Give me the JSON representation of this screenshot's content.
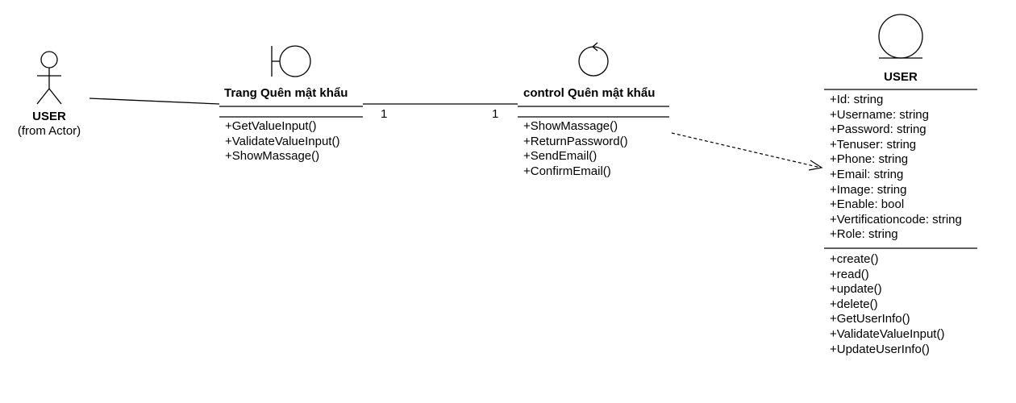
{
  "actor": {
    "name": "USER",
    "stereotype": "(from Actor)"
  },
  "boundary": {
    "name": "Trang Quên mật khẩu",
    "methods": [
      "+GetValueInput()",
      "+ValidateValueInput()",
      "+ShowMassage()"
    ]
  },
  "control": {
    "name": "control Quên mật khẩu",
    "methods": [
      "+ShowMassage()",
      "+ReturnPassword()",
      "+SendEmail()",
      "+ConfirmEmail()"
    ]
  },
  "association": {
    "left_multiplicity": "1",
    "right_multiplicity": "1"
  },
  "entity": {
    "name": "USER",
    "attributes": [
      "+Id: string",
      "+Username: string",
      "+Password: string",
      "+Tenuser: string",
      "+Phone: string",
      "+Email: string",
      "+Image: string",
      "+Enable: bool",
      "+Vertificationcode: string",
      "+Role: string"
    ],
    "methods": [
      "+create()",
      "+read()",
      "+update()",
      "+delete()",
      "+GetUserInfo()",
      "+ValidateValueInput()",
      "+UpdateUserInfo()"
    ]
  }
}
